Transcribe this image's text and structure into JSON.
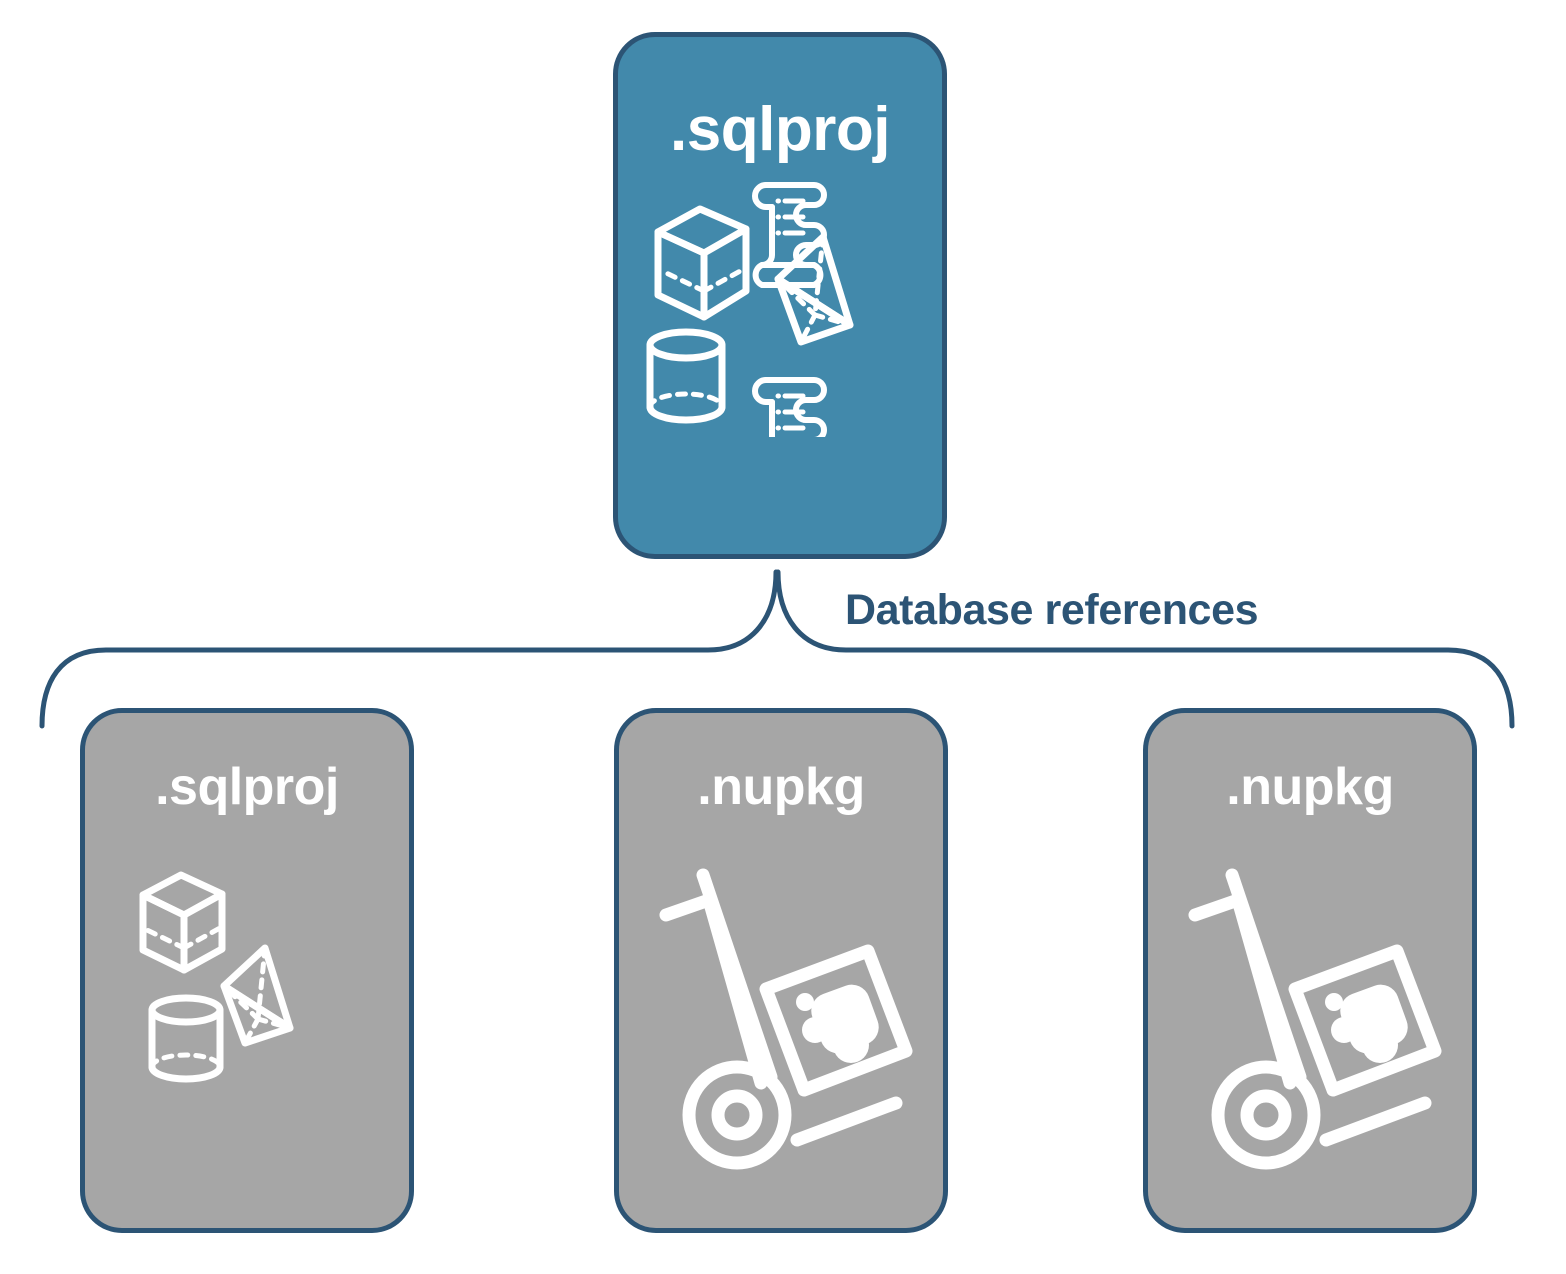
{
  "diagram": {
    "title_text": "Database references",
    "colors": {
      "primary_box_fill": "#4289AB",
      "reference_box_fill": "#A6A6A6",
      "border": "#2C5475",
      "label_text": "#2C5475",
      "box_text": "#FFFFFF",
      "background": "#FFFFFF"
    },
    "root_node": {
      "label": ".sqlproj",
      "kind": "primary",
      "icons": [
        "cube-icon",
        "scroll-icon",
        "pyramid-icon",
        "cylinder-icon",
        "scroll-icon"
      ]
    },
    "connector": {
      "label": "Database references",
      "style": "curly-brace",
      "branch_count": 3
    },
    "reference_nodes": [
      {
        "label": ".sqlproj",
        "kind": "reference",
        "icons": [
          "cube-icon",
          "pyramid-icon",
          "cylinder-icon"
        ]
      },
      {
        "label": ".nupkg",
        "kind": "reference",
        "icons": [
          "hand-truck-package-icon"
        ]
      },
      {
        "label": ".nupkg",
        "kind": "reference",
        "icons": [
          "hand-truck-package-icon"
        ]
      }
    ]
  }
}
